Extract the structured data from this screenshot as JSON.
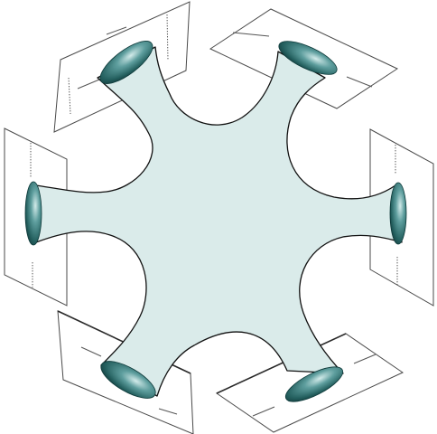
{
  "figure": {
    "surface_fill": "#daebea",
    "plane_stroke": "#4a4a4a",
    "disc_dark": "#123f40",
    "disc_mid": "#2f7575",
    "disc_light": "#cfe8e7"
  },
  "boundary_planes": [
    {
      "name": "plane-top-left"
    },
    {
      "name": "plane-top-right"
    },
    {
      "name": "plane-left"
    },
    {
      "name": "plane-right"
    },
    {
      "name": "plane-bottom-left"
    },
    {
      "name": "plane-bottom-right"
    }
  ],
  "boundary_discs_count": 6
}
